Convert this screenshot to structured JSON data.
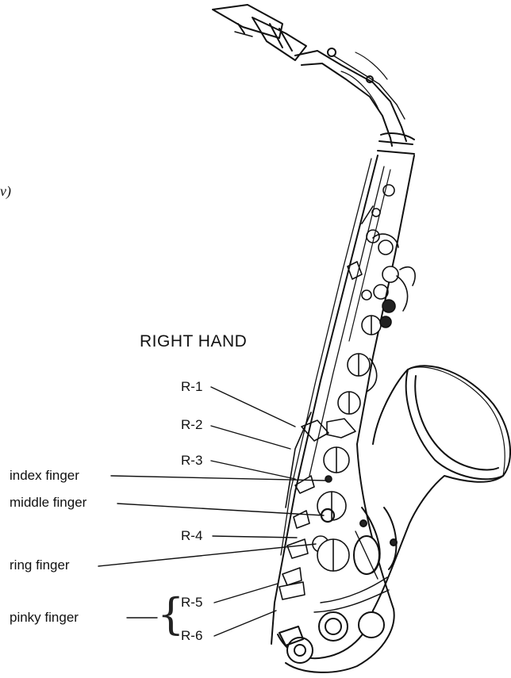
{
  "diagram": {
    "edge_mark": "v)",
    "heading": "RIGHT HAND",
    "key_labels": {
      "r1": "R-1",
      "r2": "R-2",
      "r3": "R-3",
      "r4": "R-4",
      "r5": "R-5",
      "r6": "R-6"
    },
    "finger_labels": {
      "index": "index finger",
      "middle": "middle finger",
      "ring": "ring finger",
      "pinky": "pinky finger"
    },
    "brace_glyph": "{",
    "colors": {
      "ink": "#111111",
      "paper": "#ffffff"
    },
    "illustration": "saxophone"
  }
}
